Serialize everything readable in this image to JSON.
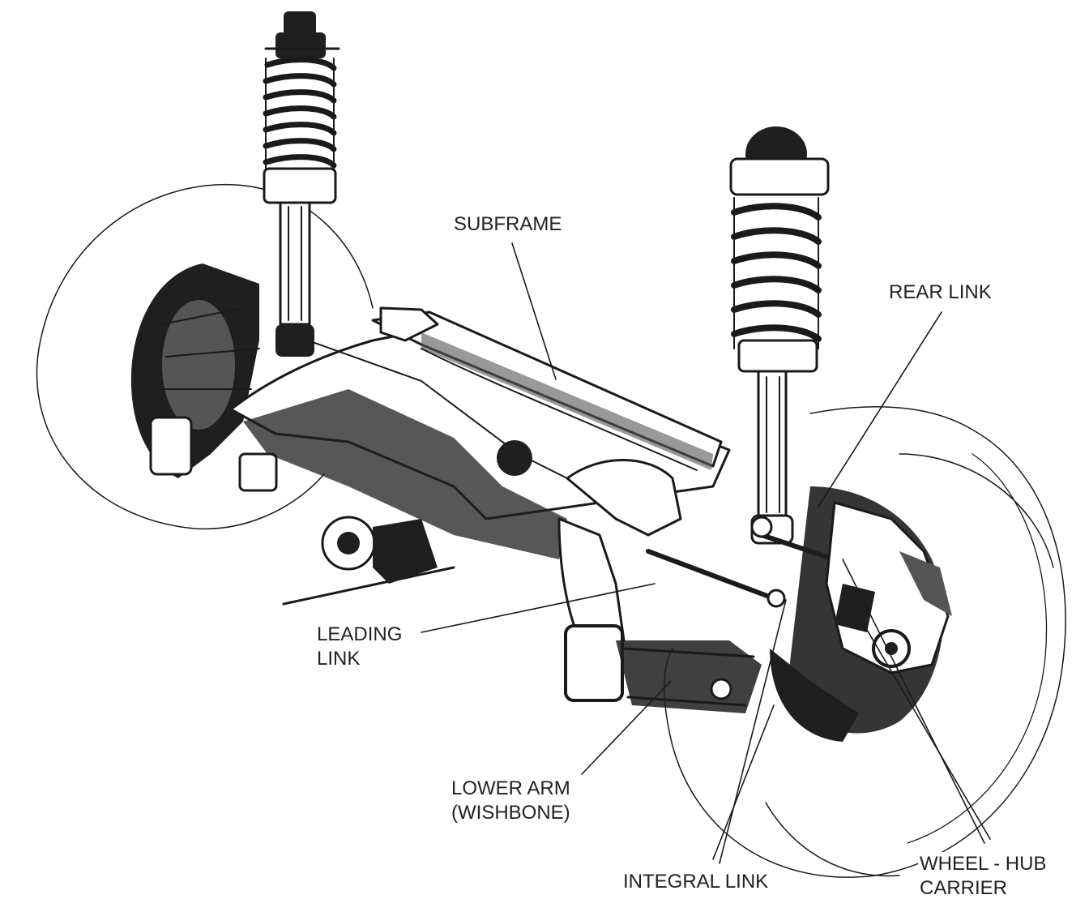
{
  "labels": {
    "subframe": "SUBFRAME",
    "rear_link": "REAR LINK",
    "leading_link": [
      "LEADING",
      "LINK"
    ],
    "lower_arm": [
      "LOWER ARM",
      "(WISHBONE)"
    ],
    "integral_link": "INTEGRAL LINK",
    "wheel_hub_carrier": [
      "WHEEL - HUB",
      "CARRIER"
    ]
  },
  "colors": {
    "ink": "#1a1a1a",
    "paper": "#ffffff"
  }
}
